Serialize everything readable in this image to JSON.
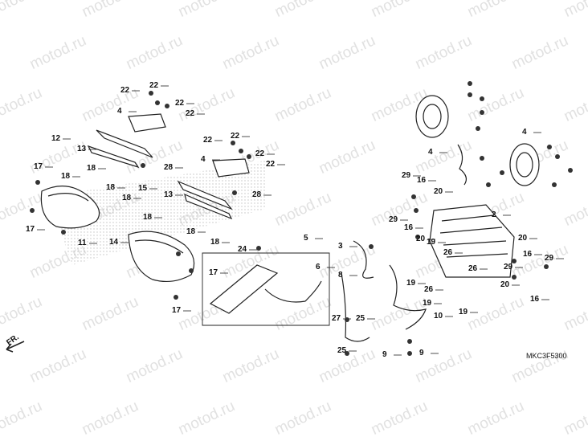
{
  "diagram": {
    "watermark": "motod.ru",
    "diagram_code": "MKC3F5300",
    "front_marker": "FR.",
    "callouts": [
      "22",
      "22",
      "22",
      "22",
      "4",
      "12",
      "13",
      "28",
      "22",
      "22",
      "22",
      "22",
      "4",
      "15",
      "13",
      "28",
      "17",
      "18",
      "18",
      "18",
      "18",
      "17",
      "11",
      "18",
      "18",
      "18",
      "14",
      "17",
      "17",
      "5",
      "24",
      "3",
      "6",
      "8",
      "27",
      "25",
      "25",
      "10",
      "9",
      "9",
      "4",
      "4",
      "2",
      "29",
      "16",
      "20",
      "29",
      "16",
      "20",
      "19",
      "19",
      "26",
      "26",
      "26",
      "19",
      "19",
      "20",
      "16",
      "29",
      "20",
      "16",
      "29"
    ]
  }
}
